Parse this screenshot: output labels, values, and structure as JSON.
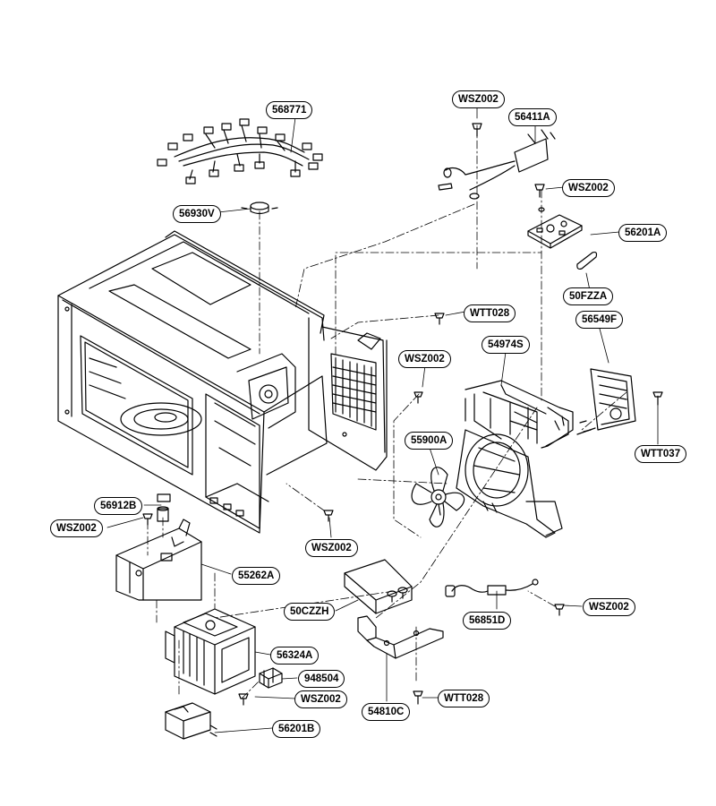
{
  "diagram": {
    "line_color": "#000000",
    "background": "#ffffff",
    "part_labels": {
      "wsz002_top": "WSZ002",
      "harness_568771": "568771",
      "bracket_56411A": "56411A",
      "wsz002_right_top": "WSZ002",
      "sensor_56930V": "56930V",
      "board_56201A": "56201A",
      "fuse_50FZZA": "50FZZA",
      "wtt028_top": "WTT028",
      "filter_56549F": "56549F",
      "wsz002_mid": "WSZ002",
      "duct_54974S": "54974S",
      "fan_55900A": "55900A",
      "wtt037": "WTT037",
      "part_56912B": "56912B",
      "wsz002_left": "WSZ002",
      "wsz002_lower_mid": "WSZ002",
      "transformer_cover_55262A": "55262A",
      "capacitor_50CZZH": "50CZZH",
      "wsz002_right_bottom": "WSZ002",
      "diode_56851D": "56851D",
      "magnetron_56324A": "56324A",
      "part_948504": "948504",
      "wsz002_bottom": "WSZ002",
      "bracket_54810C": "54810C",
      "wtt028_bottom": "WTT028",
      "connector_56201B": "56201B"
    }
  }
}
